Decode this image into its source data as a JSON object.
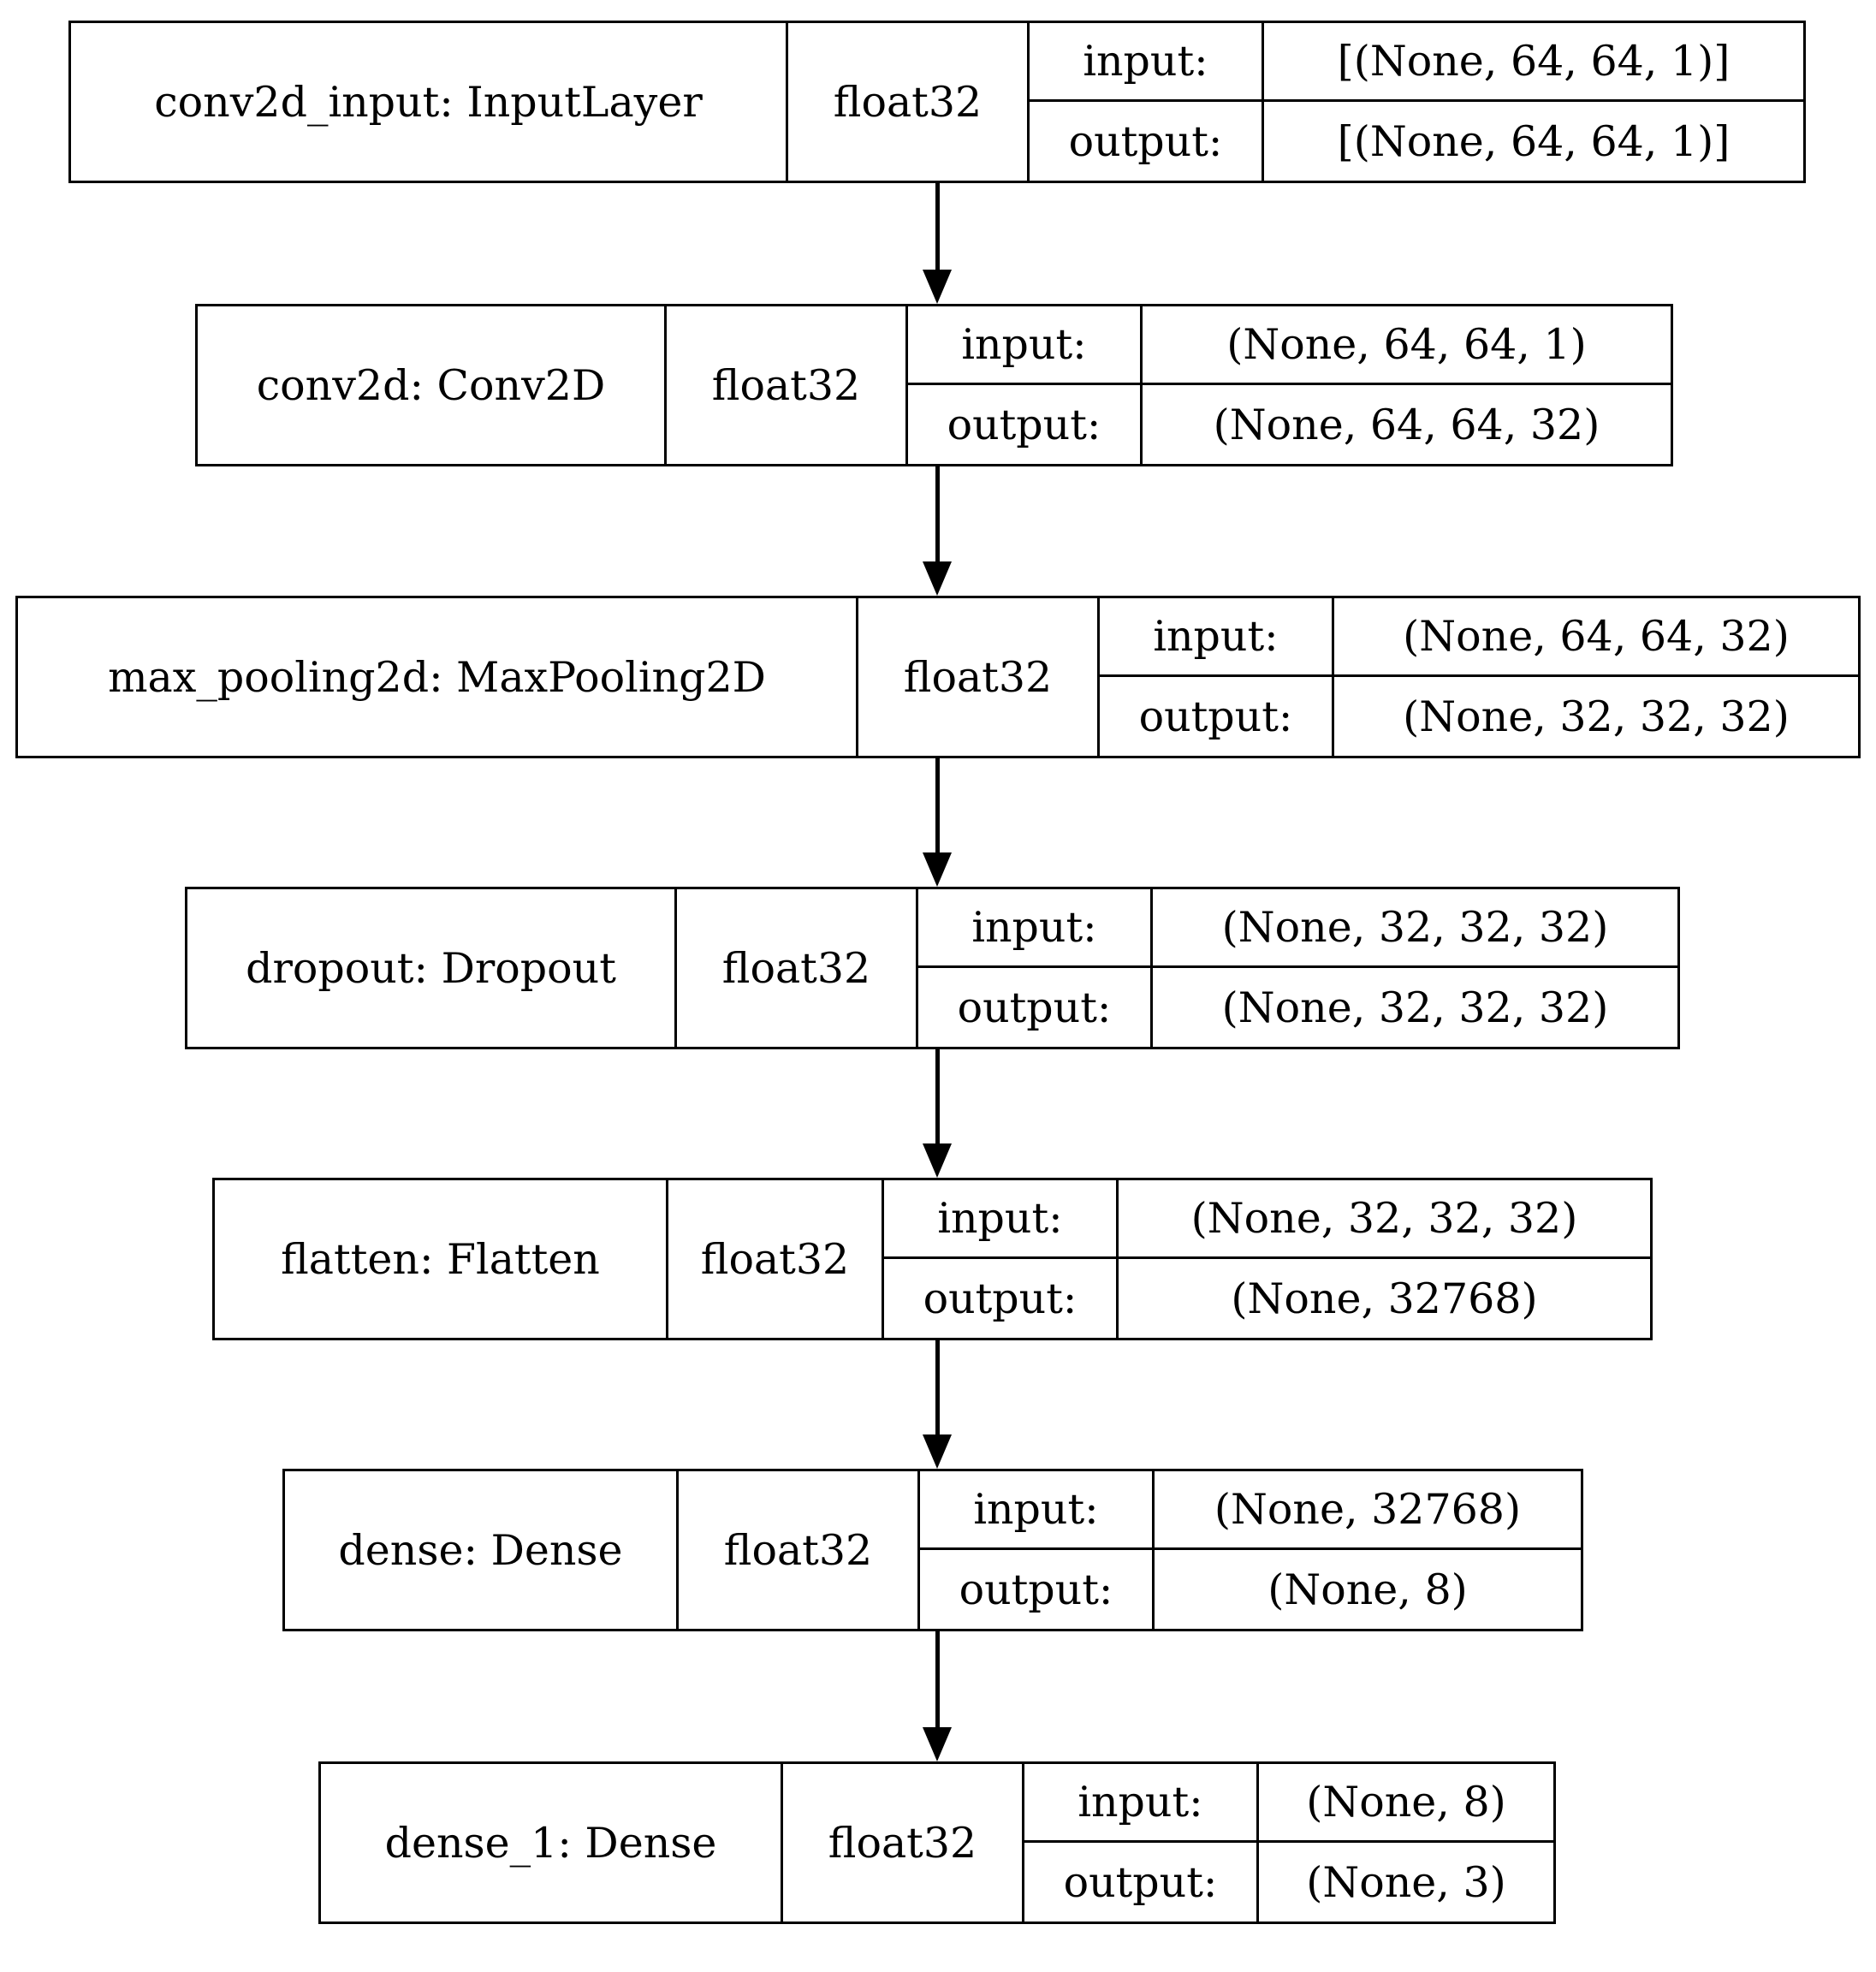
{
  "diagram": {
    "type": "keras-model-plot",
    "orientation": "top-to-bottom",
    "io_labels": {
      "input": "input:",
      "output": "output:"
    },
    "nodes": [
      {
        "id": "conv2d_input",
        "name": "conv2d_input: InputLayer",
        "dtype": "float32",
        "input_shape": "[(None, 64, 64, 1)]",
        "output_shape": "[(None, 64, 64, 1)]"
      },
      {
        "id": "conv2d",
        "name": "conv2d: Conv2D",
        "dtype": "float32",
        "input_shape": "(None, 64, 64, 1)",
        "output_shape": "(None, 64, 64, 32)"
      },
      {
        "id": "max_pooling2d",
        "name": "max_pooling2d: MaxPooling2D",
        "dtype": "float32",
        "input_shape": "(None, 64, 64, 32)",
        "output_shape": "(None, 32, 32, 32)"
      },
      {
        "id": "dropout",
        "name": "dropout: Dropout",
        "dtype": "float32",
        "input_shape": "(None, 32, 32, 32)",
        "output_shape": "(None, 32, 32, 32)"
      },
      {
        "id": "flatten",
        "name": "flatten: Flatten",
        "dtype": "float32",
        "input_shape": "(None, 32, 32, 32)",
        "output_shape": "(None, 32768)"
      },
      {
        "id": "dense",
        "name": "dense: Dense",
        "dtype": "float32",
        "input_shape": "(None, 32768)",
        "output_shape": "(None, 8)"
      },
      {
        "id": "dense_1",
        "name": "dense_1: Dense",
        "dtype": "float32",
        "input_shape": "(None, 8)",
        "output_shape": "(None, 3)"
      }
    ],
    "edges": [
      {
        "from": "conv2d_input",
        "to": "conv2d"
      },
      {
        "from": "conv2d",
        "to": "max_pooling2d"
      },
      {
        "from": "max_pooling2d",
        "to": "dropout"
      },
      {
        "from": "dropout",
        "to": "flatten"
      },
      {
        "from": "flatten",
        "to": "dense"
      },
      {
        "from": "dense",
        "to": "dense_1"
      }
    ],
    "colors": {
      "border": "#000000",
      "background": "#ffffff",
      "text": "#000000",
      "edge": "#000000"
    }
  }
}
